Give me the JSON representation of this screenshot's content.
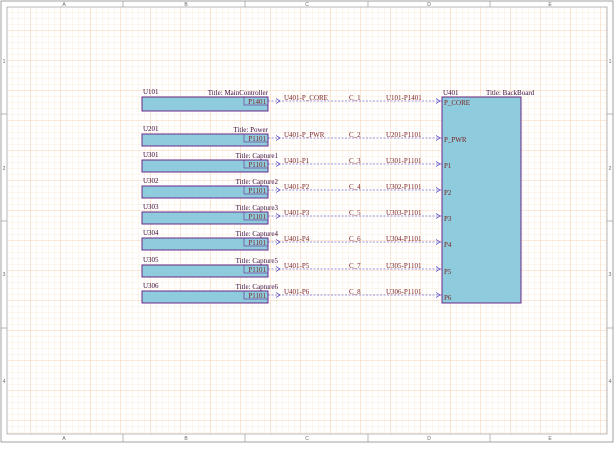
{
  "colors": {
    "block_fill": "#8ecbdc",
    "block_stroke": "#6a2a8a",
    "wire": "#3b2bbf",
    "grid_minor": "#f8dcc0",
    "grid_major": "#f0b888",
    "label_text": "#7a1f1f"
  },
  "zones": {
    "top": [
      "A",
      "B",
      "C",
      "D",
      "E"
    ],
    "side": [
      "1",
      "2",
      "3",
      "4"
    ]
  },
  "blocks": [
    {
      "ref": "U101",
      "title": "Title: MainController",
      "port": "P1401",
      "net": "U401-P_CORE",
      "cap": "C_1",
      "dest": "U101-P1401"
    },
    {
      "ref": "U201",
      "title": "Title: Power",
      "port": "P1101",
      "net": "U401-P_PWR",
      "cap": "C_2",
      "dest": "U201-P1101"
    },
    {
      "ref": "U301",
      "title": "Title: Capture1",
      "port": "P1101",
      "net": "U401-P1",
      "cap": "C_3",
      "dest": "U301-P1101"
    },
    {
      "ref": "U302",
      "title": "Title: Capture2",
      "port": "P1101",
      "net": "U401-P2",
      "cap": "C_4",
      "dest": "U302-P1101"
    },
    {
      "ref": "U303",
      "title": "Title: Capture3",
      "port": "P1101",
      "net": "U401-P3",
      "cap": "C_5",
      "dest": "U303-P1101"
    },
    {
      "ref": "U304",
      "title": "Title: Capture4",
      "port": "P1101",
      "net": "U401-P4",
      "cap": "C_6",
      "dest": "U304-P1101"
    },
    {
      "ref": "U305",
      "title": "Title: Capture5",
      "port": "P1101",
      "net": "U401-P5",
      "cap": "C_7",
      "dest": "U305-P1101"
    },
    {
      "ref": "U306",
      "title": "Title: Capture6",
      "port": "P1101",
      "net": "U401-P6",
      "cap": "C_8",
      "dest": "U306-P1101"
    }
  ],
  "backboard": {
    "ref": "U401",
    "title": "Title: BackBoard",
    "pins": [
      "P_CORE",
      "P_PWR",
      "P1",
      "P2",
      "P3",
      "P4",
      "P5",
      "P6"
    ]
  }
}
